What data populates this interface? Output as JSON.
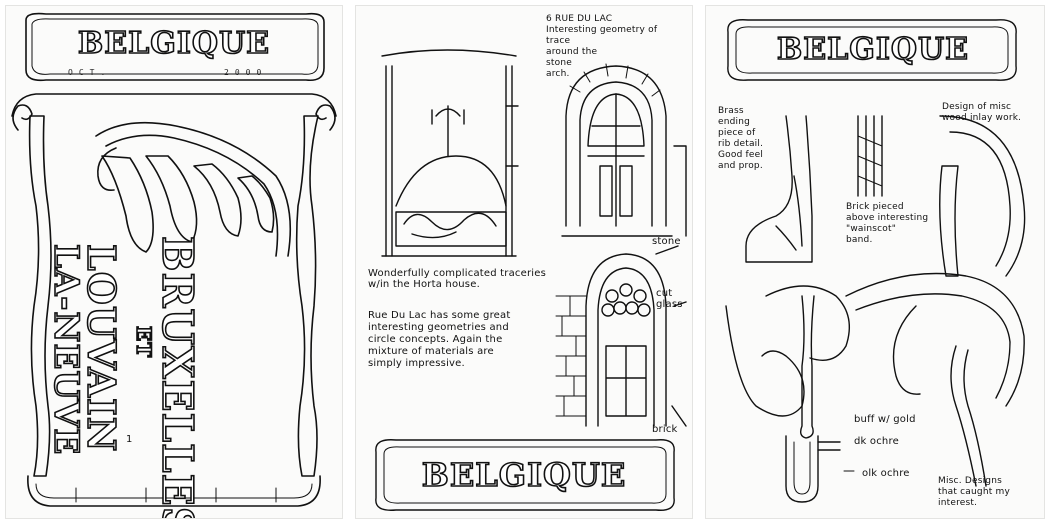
{
  "page1": {
    "banner": "BELGIQUE",
    "date_left": "OCT.",
    "date_right": "2000",
    "city1": "BRUXELLES",
    "connector": "ET",
    "city2": "LOUVAIN",
    "city3": "LA-NEUVE",
    "page_num": "1"
  },
  "page2": {
    "note_address": "6 RUE DU LAC\nInteresting geometry of\ntrace\naround the\nstone\narch.",
    "note_traceries": "Wonderfully complicated traceries\nw/in the Horta house.",
    "note_rue": "Rue Du Lac has some great\ninteresting geometries and\ncircle concepts. Again the\nmixture of materials are\nsimply impressive.",
    "label_stone": "stone",
    "label_cutglass": "cut\nglass",
    "label_brick": "brick",
    "banner": "BELGIQUE"
  },
  "page3": {
    "banner": "BELGIQUE",
    "note_brass": "Brass\nending\npiece of\nrib detail.\nGood feel\nand prop.",
    "note_brick": "Brick pieced\nabove interesting\n\"wainscot\"\nband.",
    "note_wood": "Design of misc\nwood inlay work.",
    "label_buff": "buff w/ gold",
    "label_dk_ochre": "dk ochre",
    "label_olk_ochre": "olk ochre",
    "note_misc": "Misc. Designs\nthat caught my\ninterest."
  }
}
